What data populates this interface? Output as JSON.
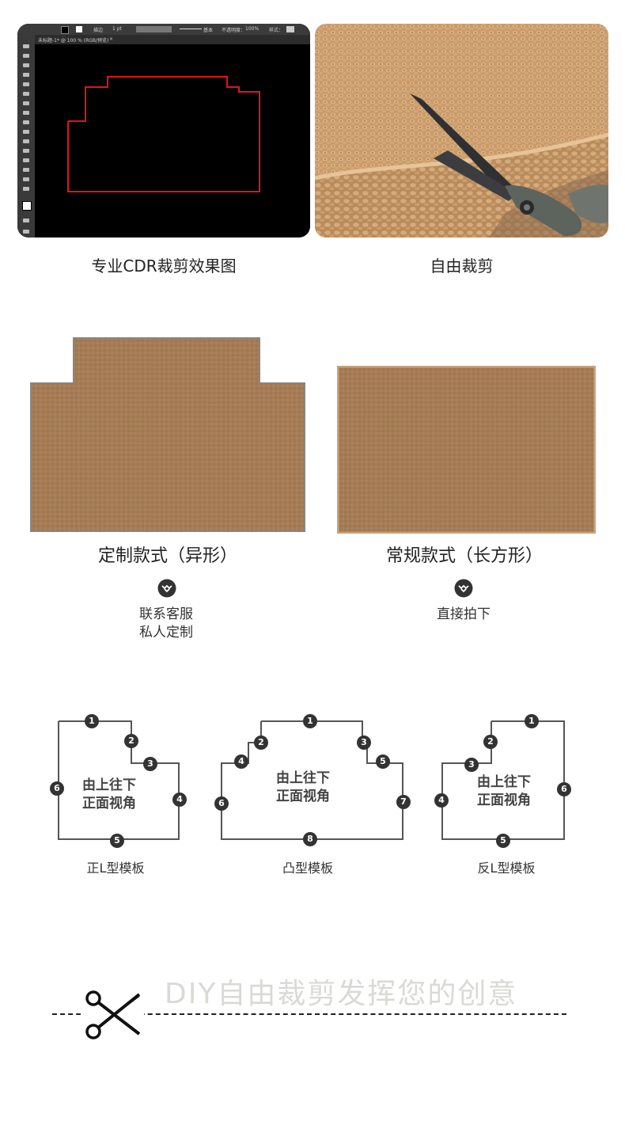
{
  "section1": {
    "left_caption": "专业CDR裁剪效果图",
    "right_caption": "自由裁剪",
    "ps_app": {
      "top_labels": [
        "描边",
        "基本",
        "不透明度：",
        "100%",
        "样式："
      ],
      "stroke_value": "1 pt",
      "tab_label": "未标题-1* @ 100 % (RGB/预览)",
      "tab_close": "×"
    }
  },
  "section2": {
    "left": {
      "title": "定制款式（异形）",
      "lines": [
        "联系客服",
        "私人定制"
      ],
      "icon": "chevron-down-icon"
    },
    "right": {
      "title": "常规款式（长方形）",
      "lines": [
        "直接拍下"
      ],
      "icon": "chevron-down-icon"
    }
  },
  "section3": {
    "view_text": [
      "由上往下",
      "正面视角"
    ],
    "templates": [
      {
        "label": "正L型模板",
        "numbers": [
          "1",
          "2",
          "3",
          "4",
          "5",
          "6"
        ]
      },
      {
        "label": "凸型模板",
        "numbers": [
          "1",
          "2",
          "3",
          "4",
          "5",
          "6",
          "7",
          "8"
        ]
      },
      {
        "label": "反L型模板",
        "numbers": [
          "1",
          "2",
          "3",
          "4",
          "5",
          "6"
        ]
      }
    ]
  },
  "section4": {
    "slogan": "DIY自由裁剪发挥您的创意",
    "icon": "scissors-icon"
  },
  "colors": {
    "rug": "#a57c55",
    "rug_dark": "#8f6a47",
    "cut_line": "#e0141e",
    "badge": "#333333",
    "slogan": "#d9d9d6"
  }
}
